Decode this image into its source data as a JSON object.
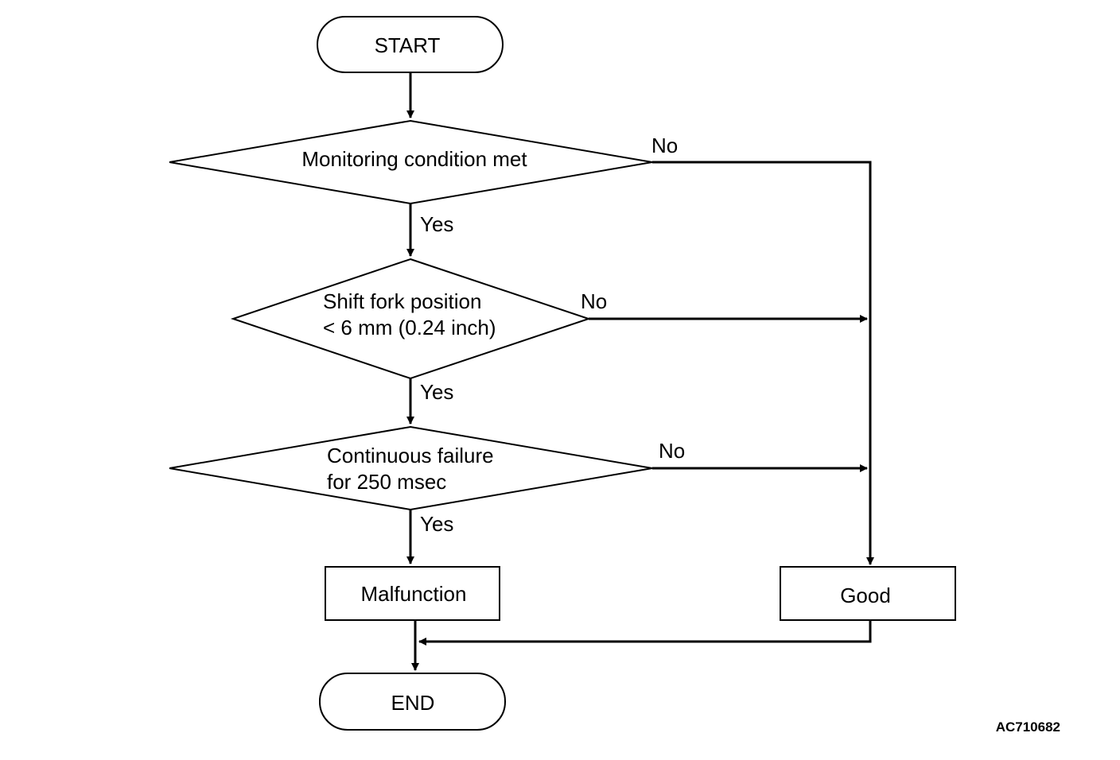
{
  "nodes": {
    "start": "START",
    "decision1": "Monitoring condition met",
    "decision2_line1": "Shift fork position",
    "decision2_line2": "< 6 mm (0.24 inch)",
    "decision3_line1": "Continuous failure",
    "decision3_line2": "for 250 msec",
    "malfunction": "Malfunction",
    "good": "Good",
    "end": "END"
  },
  "edge_labels": {
    "d1_no": "No",
    "d1_yes": "Yes",
    "d2_no": "No",
    "d2_yes": "Yes",
    "d3_no": "No",
    "d3_yes": "Yes"
  },
  "figure_code": "AC710682"
}
